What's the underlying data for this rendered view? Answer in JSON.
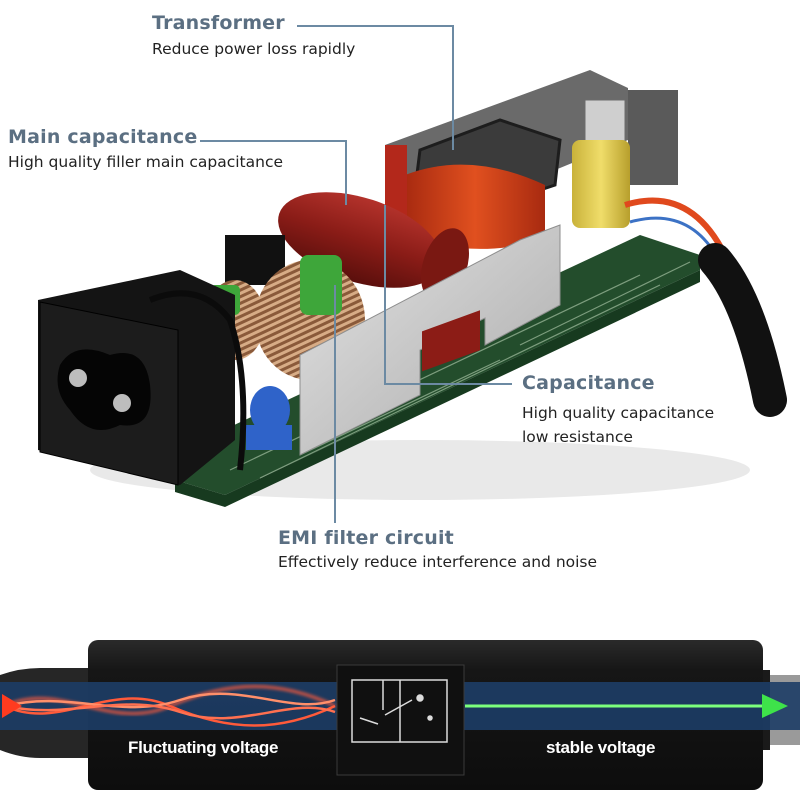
{
  "callouts": {
    "transformer": {
      "title": "Transformer",
      "desc": "Reduce power loss rapidly"
    },
    "main_capacitance": {
      "title": "Main capacitance",
      "desc": "High quality filler main capacitance"
    },
    "capacitance": {
      "title": "Capacitance",
      "desc_line1": "High quality capacitance",
      "desc_line2": "low resistance"
    },
    "emi_filter": {
      "title": "EMI filter circuit",
      "desc": "Effectively reduce interference and noise"
    }
  },
  "adapter": {
    "input_label": "Fluctuating voltage",
    "output_label": "stable voltage"
  },
  "colors": {
    "title": "#5b6f82",
    "leader": "#6c8aa3",
    "pcb": "#1f4a2a",
    "capacitor_red": "#8e1f1a",
    "transformer_orange": "#d4401c",
    "shield": "#c9c9c9",
    "input_wave": "#ff5533",
    "output_wave": "#33dd44",
    "adapter_body": "#141414"
  }
}
